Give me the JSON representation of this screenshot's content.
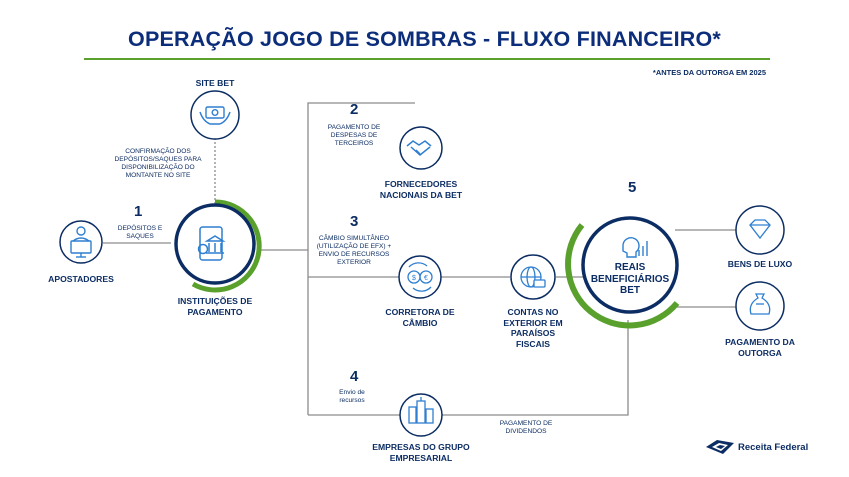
{
  "header": {
    "title": "OPERAÇÃO JOGO DE SOMBRAS - FLUXO FINANCEIRO*",
    "note": "*ANTES DA OUTORGA EM 2025"
  },
  "nodes": {
    "site_bet": "SITE BET",
    "apostadores": "APOSTADORES",
    "instituicoes": [
      "INSTITUIÇÕES DE",
      "PAGAMENTO"
    ],
    "fornecedores": [
      "FORNECEDORES",
      "NACIONAIS DA BET"
    ],
    "corretora": [
      "CORRETORA DE",
      "CÂMBIO"
    ],
    "contas": [
      "CONTAS NO",
      "EXTERIOR EM",
      "PARAÍSOS",
      "FISCAIS"
    ],
    "empresas": [
      "EMPRESAS DO GRUPO",
      "EMPRESARIAL"
    ],
    "reais": [
      "REAIS",
      "BENEFICIÁRIOS",
      "BET"
    ],
    "bens_luxo": "BENS DE LUXO",
    "outorga": [
      "PAGAMENTO DA",
      "OUTORGA"
    ]
  },
  "steps": {
    "s1": "1",
    "s2": "2",
    "s3": "3",
    "s4": "4",
    "s5": "5"
  },
  "annotations": {
    "confirmacao": [
      "CONFIRMAÇÃO DOS",
      "DEPÓSITOS/SAQUES PARA",
      "DISPONIBILIZAÇÃO DO",
      "MONTANTE NO SITE"
    ],
    "depositos": [
      "DEPÓSITOS E",
      "SAQUES"
    ],
    "despesas": [
      "PAGAMENTO DE",
      "DESPESAS DE",
      "TERCEIROS"
    ],
    "cambio": [
      "CÂMBIO SIMULTÂNEO",
      "(UTILIZAÇÃO DE EFX) +",
      "ENVIO DE RECURSOS",
      "EXTERIOR"
    ],
    "envio": [
      "Envio de",
      "recursos"
    ],
    "dividendos": [
      "PAGAMENTO DE",
      "DIVIDENDOS"
    ]
  },
  "footer": {
    "logo": "Receita Federal"
  },
  "colors": {
    "navy": "#0c2d63",
    "accent_green": "#5aa02c",
    "icon_blue": "#2f7fd1",
    "line_gray": "#8c8c8c"
  }
}
